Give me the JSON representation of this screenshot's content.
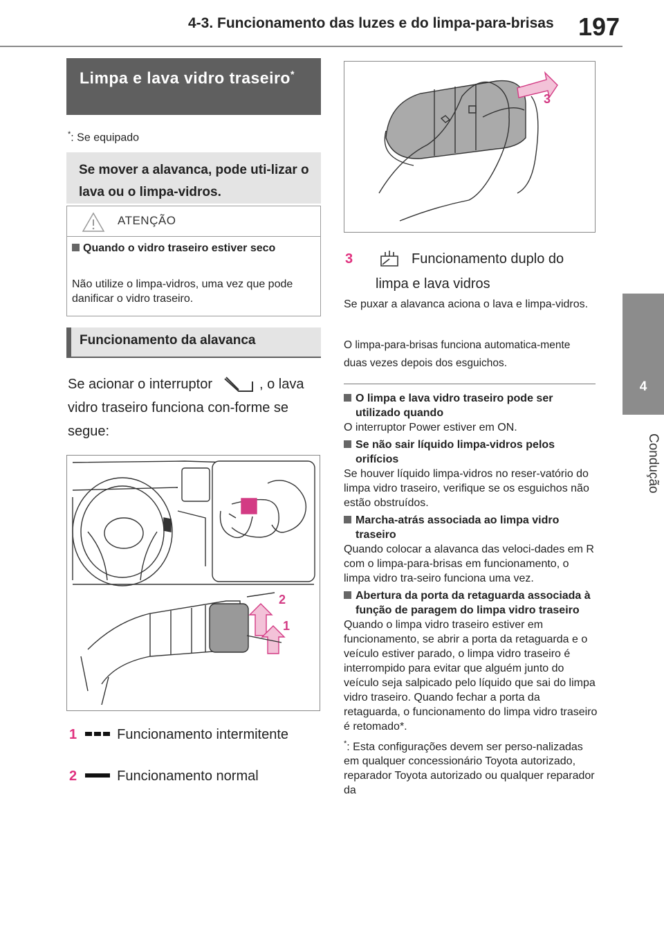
{
  "header": {
    "title": "4-3. Funcionamento das luzes e do limpa-para-brisas",
    "page_number": "197"
  },
  "side_tab": {
    "number": "4",
    "label": "Condução"
  },
  "section_title": {
    "text": "Limpa e lava vidro traseiro",
    "marker": "*"
  },
  "footnote_equipped": {
    "marker": "*",
    "text": ": Se equipado"
  },
  "intro": "Se mover a alavanca, pode uti-lizar o lava ou o limpa-vidros.",
  "warning": {
    "title": "ATENÇÃO",
    "subtitle": "Quando o vidro traseiro estiver seco",
    "text": "Não utilize o limpa-vidros, uma vez que pode danificar o vidro traseiro."
  },
  "lever_section": {
    "title": "Funcionamento da alavanca",
    "body_before": "Se acionar o interruptor",
    "body_after": ", o lava vidro traseiro funciona con-forme se segue:"
  },
  "figure_labels": {
    "one": "1",
    "two": "2",
    "three": "3"
  },
  "items": [
    {
      "num": "1",
      "icon": "dashed-bar-icon",
      "label": "Funcionamento intermitente"
    },
    {
      "num": "2",
      "icon": "solid-bar-icon",
      "label": "Funcionamento normal"
    },
    {
      "num": "3",
      "icon": "wiper-washer-icon",
      "label_line1": "Funcionamento duplo do",
      "label_line2": "limpa e lava vidros"
    }
  ],
  "item3_text_a": "Se puxar a alavanca aciona o lava e limpa-vidros.",
  "item3_text_b": "O limpa-para-brisas funciona automatica-mente duas vezes depois dos esguichos.",
  "notes": [
    {
      "heading": "O limpa e lava vidro traseiro pode ser utilizado quando",
      "body": "O interruptor Power estiver em ON."
    },
    {
      "heading": "Se não sair líquido limpa-vidros pelos orifícios",
      "body": "Se houver líquido limpa-vidros no reser-vatório do limpa vidro traseiro, verifique se os esguichos não estão obstruídos."
    },
    {
      "heading": "Marcha-atrás associada ao limpa vidro traseiro",
      "body": "Quando colocar a alavanca das veloci-dades em R com o limpa-para-brisas em funcionamento, o limpa vidro tra-seiro funciona uma vez."
    },
    {
      "heading": "Abertura da porta da retaguarda associada à função de paragem do limpa vidro traseiro",
      "body": "Quando o limpa vidro traseiro estiver em funcionamento, se abrir a porta da retaguarda e o veículo estiver parado, o limpa vidro traseiro é interrompido para evitar que alguém junto do veículo seja salpicado pelo líquido que sai do limpa vidro traseiro. Quando fechar a porta da retaguarda, o funcionamento do limpa vidro traseiro é retomado*."
    }
  ],
  "footnote_config": {
    "marker": "*",
    "text": ": Esta configurações devem ser perso-nalizadas em qualquer concessionário Toyota autorizado, reparador Toyota autorizado ou qualquer reparador da"
  },
  "colors": {
    "accent_number": "#e0307e",
    "title_bar": "#5f5f5f",
    "panel_gray": "#e4e4e4",
    "side_tab": "#8c8c8c"
  }
}
